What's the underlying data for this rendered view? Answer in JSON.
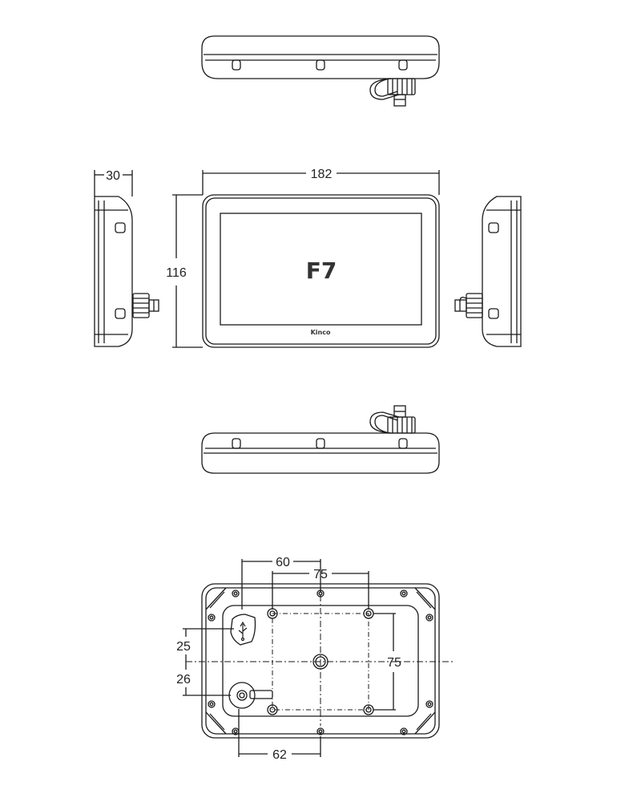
{
  "product": {
    "model": "F7",
    "brand": "Kinco"
  },
  "dimensions": {
    "depth": "30",
    "width": "182",
    "height": "116",
    "hole_spacing_horizontal": "60",
    "mount_pattern_horizontal": "75",
    "mount_pattern_vertical": "75",
    "usb_offset": "25",
    "connector_offset": "26",
    "connector_horizontal": "62"
  },
  "icons": [
    "usb-icon"
  ]
}
